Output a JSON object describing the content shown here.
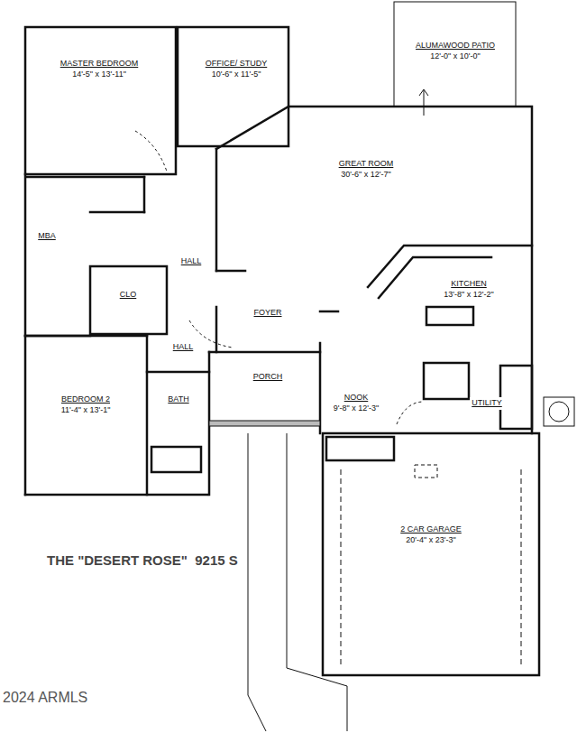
{
  "diagram": {
    "title": "THE \"DESERT ROSE\"  9215 S",
    "nodes": [
      {
        "text": [
          "MASTER BEDROOM",
          "14'-5\" x 13'-11\""
        ]
      },
      {
        "text": [
          "OFFICE/ STUDY",
          "10'-6\" x 11'-5\""
        ]
      },
      {
        "text": [
          "ALUMAWOOD PATIO",
          "12'-0\" x 10'-0\""
        ]
      },
      {
        "text": [
          "GREAT ROOM",
          "30'-6\" x 12'-7\""
        ]
      },
      {
        "text": [
          "MBA"
        ]
      },
      {
        "text": [
          "CLO"
        ]
      },
      {
        "text": [
          "HALL"
        ]
      },
      {
        "text": [
          "KITCHEN",
          "13'-8\" x 12'-2\""
        ]
      },
      {
        "text": [
          "FOYER"
        ]
      },
      {
        "text": [
          "HALL"
        ]
      },
      {
        "text": [
          "BEDROOM 2",
          "11'-4\" x 13'-1\""
        ]
      },
      {
        "text": [
          "BATH"
        ]
      },
      {
        "text": [
          "PORCH"
        ]
      },
      {
        "text": [
          "NOOK",
          "9'-8\" x 12'-3\""
        ]
      },
      {
        "text": [
          "UTILITY"
        ]
      },
      {
        "text": [
          "2 CAR GARAGE",
          "20'-4\" x 23'-3\""
        ]
      }
    ],
    "labels": [
      "2024 ARMLS"
    ]
  }
}
